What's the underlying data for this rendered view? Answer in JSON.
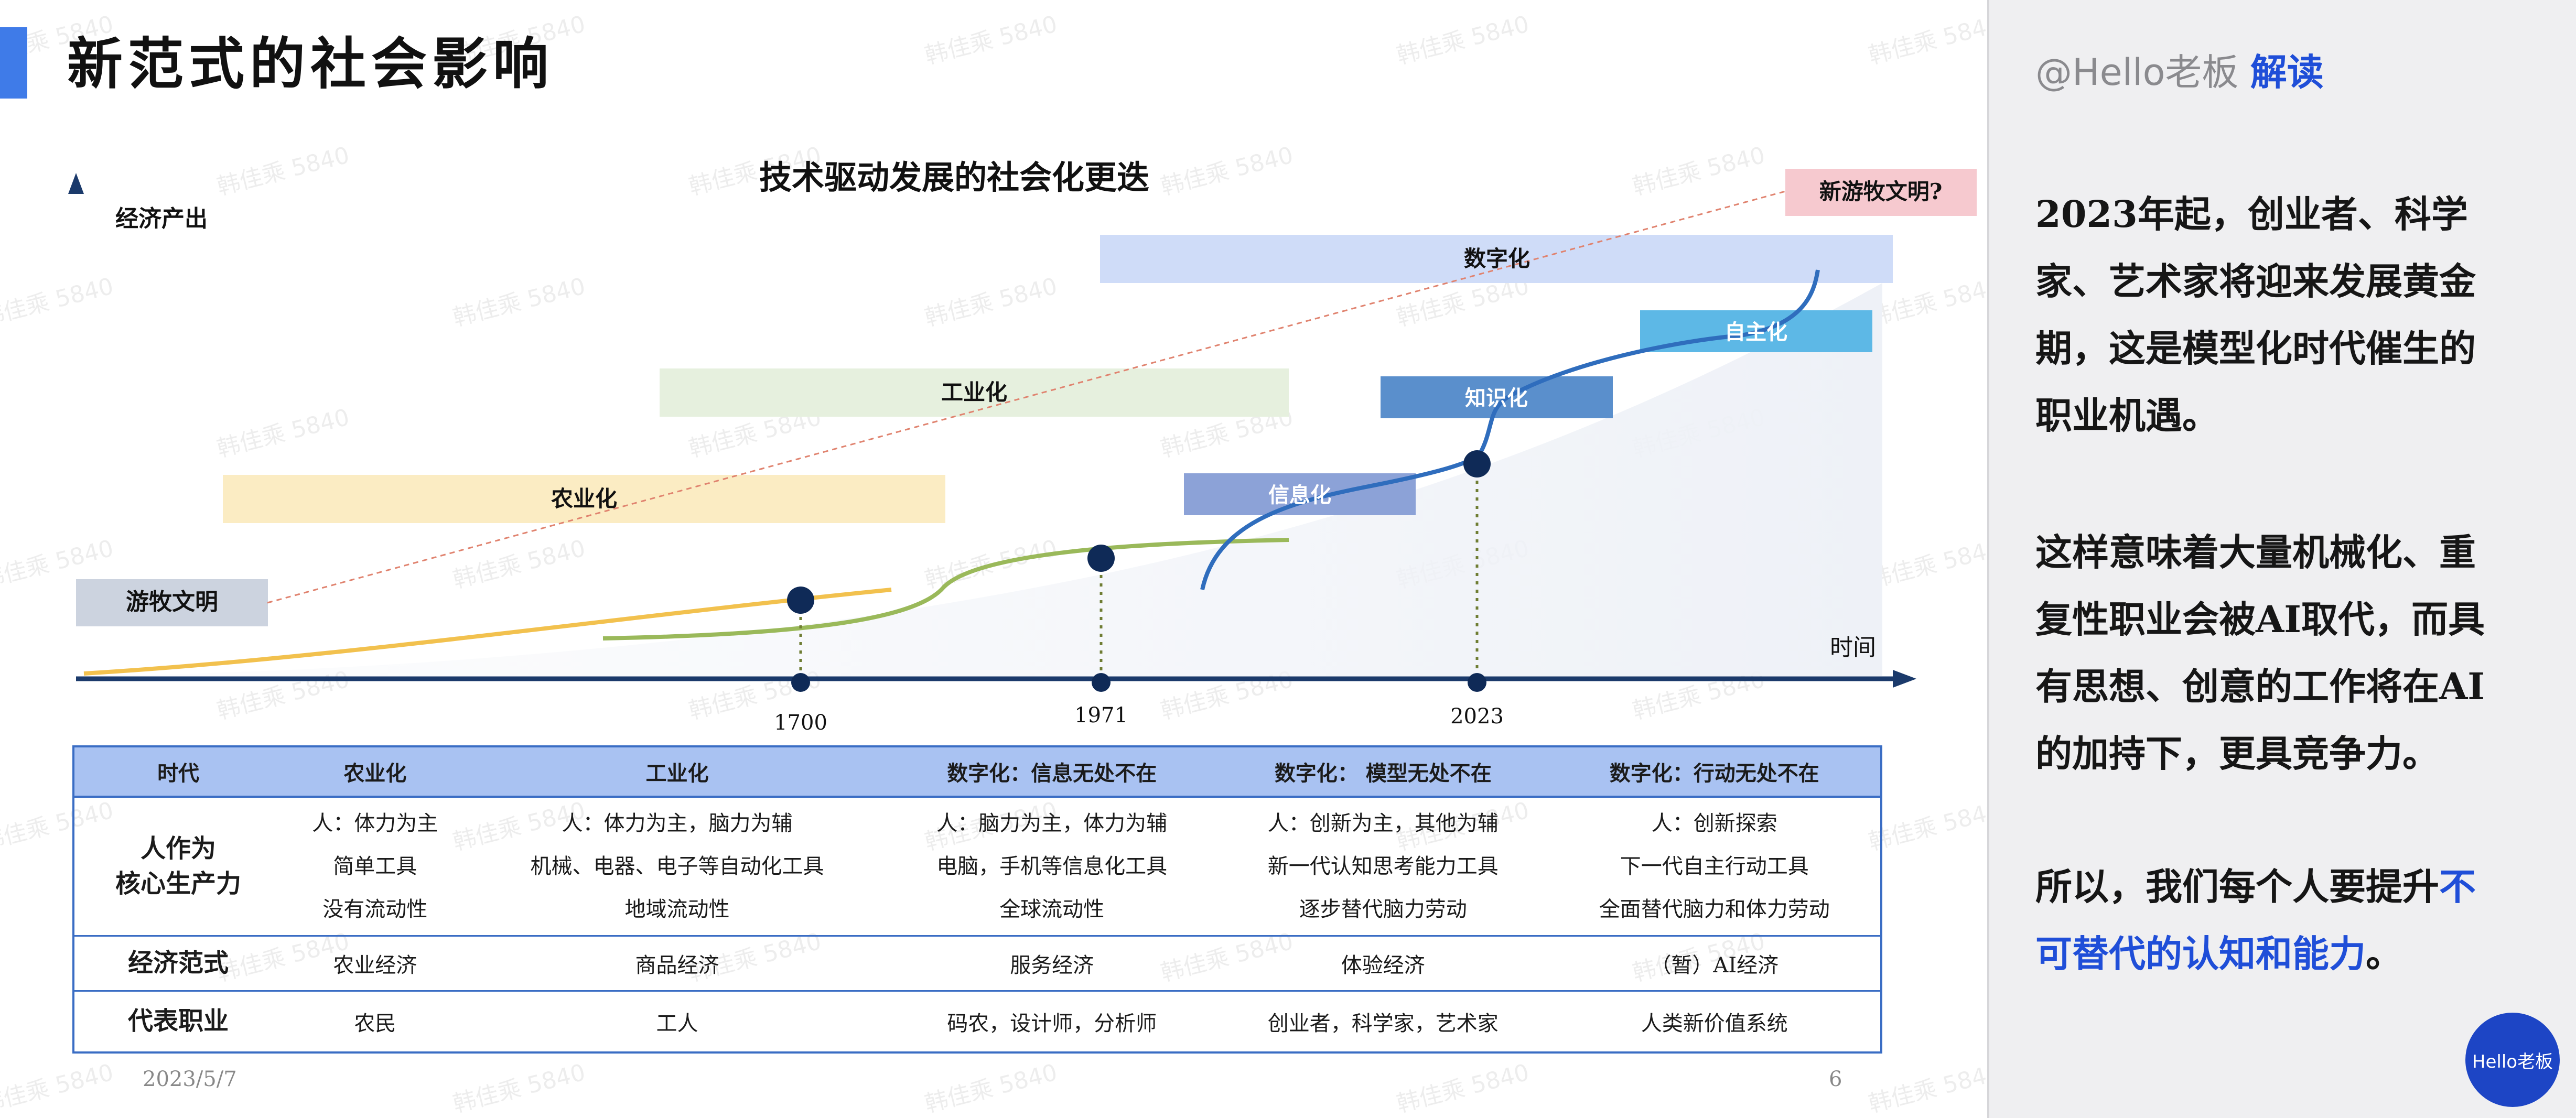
{
  "page": {
    "title": "新范式的社会影响",
    "date": "2023/5/7",
    "page_number": "6",
    "watermark": "韩佳乘 5840"
  },
  "diagram": {
    "title": "技术驱动发展的社会化更迭",
    "y_axis_label": "经济产出",
    "x_axis_label": "时间",
    "future_label": "新游牧文明?",
    "nomad_label": "游牧文明",
    "bands": {
      "agri": "农业化",
      "industry": "工业化",
      "digital": "数字化",
      "info": "信息化",
      "knowledge": "知识化",
      "autonomy": "自主化"
    },
    "year_markers": [
      "1700",
      "1971",
      "2023"
    ],
    "colors": {
      "agri_curve": "#f2c14e",
      "industry_curve": "#9ab95a",
      "digital_curve": "#2f6dbd",
      "axis": "#1b3a6b",
      "dot": "#0f2a57"
    }
  },
  "table": {
    "headers": [
      "时代",
      "农业化",
      "工业化",
      "数字化：信息无处不在",
      "数字化： 模型无处不在",
      "数字化：行动无处不在"
    ],
    "rows": {
      "productivity": {
        "label_line1": "人作为",
        "label_line2": "核心生产力",
        "cells": [
          [
            "人：体力为主",
            "简单工具",
            "没有流动性"
          ],
          [
            "人：体力为主，脑力为辅",
            "机械、电器、电子等自动化工具",
            "地域流动性"
          ],
          [
            "人：脑力为主，体力为辅",
            "电脑，手机等信息化工具",
            "全球流动性"
          ],
          [
            "人：创新为主，其他为辅",
            "新一代认知思考能力工具",
            "逐步替代脑力劳动"
          ],
          [
            "人：创新探索",
            "下一代自主行动工具",
            "全面替代脑力和体力劳动"
          ]
        ]
      },
      "economy": {
        "label": "经济范式",
        "cells": [
          "农业经济",
          "商品经济",
          "服务经济",
          "体验经济",
          "（暂）AI经济"
        ]
      },
      "career": {
        "label": "代表职业",
        "cells": [
          "农民",
          "工人",
          "码农，设计师，分析师",
          "创业者，科学家，艺术家",
          "人类新价值系统"
        ]
      }
    }
  },
  "panel": {
    "byline_handle": "@Hello老板",
    "byline_tag": "解读",
    "p1": "2023年起，创业者、科学家、艺术家将迎来发展黄金期，这是模型化时代催生的职业机遇。",
    "p2": "这样意味着大量机械化、重复性职业会被AI取代，而具有思想、创意的工作将在AI的加持下，更具竞争力。",
    "p3_plain": "所以，我们每个人要提升",
    "p3_highlight": "不可替代的认知和能力",
    "p3_end": "。",
    "logo_text": "Hello老板"
  }
}
